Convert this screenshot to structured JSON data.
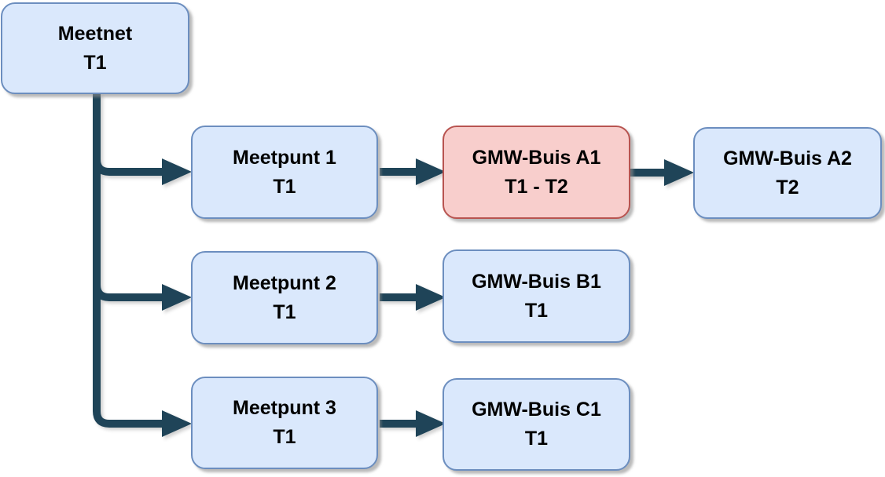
{
  "colors": {
    "connector": "#1f4458",
    "node_fill_blue": "#dae8fc",
    "node_border_blue": "#6c8ebf",
    "node_fill_red": "#f8cecc",
    "node_border_red": "#b85450"
  },
  "nodes": {
    "meetnet": {
      "line1": "Meetnet",
      "line2": "T1"
    },
    "meetpunt1": {
      "line1": "Meetpunt 1",
      "line2": "T1"
    },
    "gmw_a1": {
      "line1": "GMW-Buis A1",
      "line2": "T1 - T2"
    },
    "gmw_a2": {
      "line1": "GMW-Buis A2",
      "line2": "T2"
    },
    "meetpunt2": {
      "line1": "Meetpunt 2",
      "line2": "T1"
    },
    "gmw_b1": {
      "line1": "GMW-Buis B1",
      "line2": "T1"
    },
    "meetpunt3": {
      "line1": "Meetpunt 3",
      "line2": "T1"
    },
    "gmw_c1": {
      "line1": "GMW-Buis C1",
      "line2": "T1"
    }
  }
}
